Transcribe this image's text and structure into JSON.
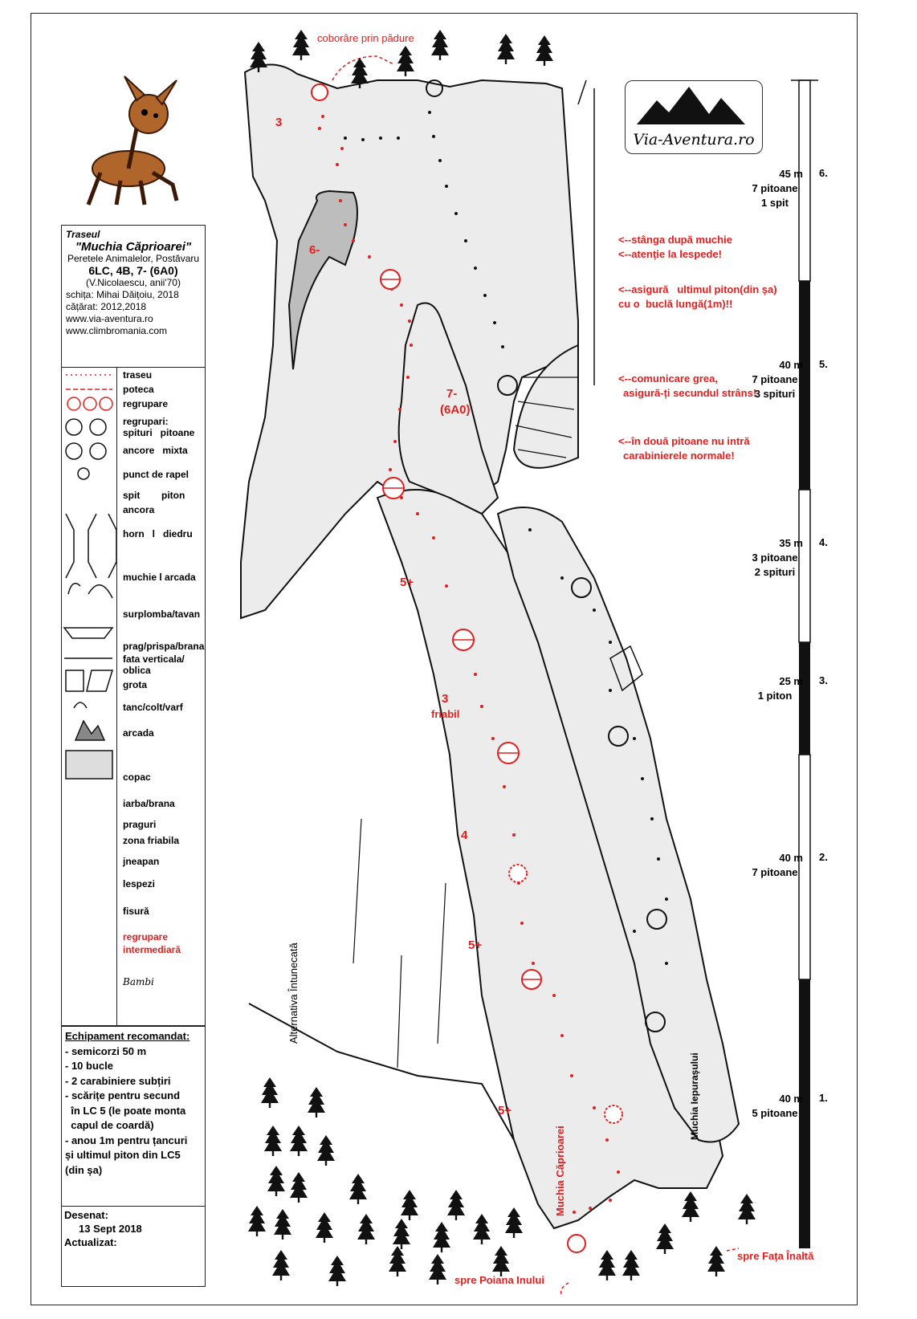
{
  "route": {
    "label": "Traseul",
    "name": "\"Muchia Căprioarei\"",
    "wall": "Peretele Animalelor, Postăvaru",
    "grade": "6LC, 4B, 7- (6A0)",
    "opener": "(V.Nicolaescu, anii'70)",
    "sketch": "schița: Mihai Dăițoiu, 2018",
    "climbed": "cățărat: 2012,2018",
    "web1": "www.via-aventura.ro",
    "web2": "www.climbromania.com"
  },
  "legend": [
    {
      "icon": "route-dotted-line",
      "label": "traseu"
    },
    {
      "icon": "trail-dashed-line",
      "label": "poteca"
    },
    {
      "icon": "belay-symbols",
      "label": "regrupare"
    },
    {
      "icon": "belay-types",
      "label": "regrupari:"
    },
    {
      "icon": "belay-types",
      "label": "spituri   pitoane"
    },
    {
      "icon": "belay-types",
      "label": "ancore   mixta"
    },
    {
      "icon": "rappel-point",
      "label": "punct de rapel"
    },
    {
      "icon": "spit-piton",
      "label": "spit        piton"
    },
    {
      "icon": "anchor",
      "label": "ancora"
    },
    {
      "icon": "chimney-dihedral",
      "label": "horn   l   diedru"
    },
    {
      "icon": "arete-arch",
      "label": "muchie l arcada"
    },
    {
      "icon": "overhang-roof",
      "label": "surplomba/tavan"
    },
    {
      "icon": "ledge",
      "label": "prag/prispa/brana"
    },
    {
      "icon": "face",
      "label": "fata verticala/"
    },
    {
      "icon": "face",
      "label": "oblica"
    },
    {
      "icon": "cave",
      "label": "grota"
    },
    {
      "icon": "pinnacle",
      "label": "tanc/colt/varf"
    },
    {
      "icon": "arch",
      "label": "arcada"
    },
    {
      "icon": "tree",
      "label": "copac"
    },
    {
      "icon": "grass",
      "label": "iarba/brana"
    },
    {
      "icon": "steps",
      "label": "praguri"
    },
    {
      "icon": "loose-rock",
      "label": "zona friabila"
    },
    {
      "icon": "dwarf-pine",
      "label": "jneapan"
    },
    {
      "icon": "slabs",
      "label": "lespezi"
    },
    {
      "icon": "crack",
      "label": "fisură"
    },
    {
      "icon": "intermediate-belay",
      "label": "regrupare"
    },
    {
      "icon": "intermediate-belay",
      "label": "intermediară"
    },
    {
      "icon": "bambi",
      "label": "Bambi"
    }
  ],
  "equipment": {
    "title": "Echipament recomandat:",
    "items": [
      "- semicorzi 50 m",
      "- 10 bucle",
      "- 2 carabiniere subțiri",
      "- scărițe pentru secund",
      "  în LC 5 (le poate monta",
      "  capul de coardă)",
      "- anou 1m pentru țancuri",
      "și ultimul piton din LC5",
      "(din șa)"
    ]
  },
  "drawn": {
    "label": "Desenat:",
    "date": "13 Sept 2018",
    "updated": "Actualizat:"
  },
  "logo": "Via-Aventura.ro",
  "notes": {
    "descent": "coborâre prin pădure",
    "left_after": "<--stânga după muchie",
    "slabs_warn": "<--atenție la lespede!",
    "belay_last1": "<--asigură   ultimul piton(din șa)",
    "belay_last2": "cu o  buclă lungă(1m)!!",
    "comm1": "<--comunicare  grea,",
    "comm2": "asigură-ți secundul strâns!",
    "pitons1": "<--în două pitoane nu intră",
    "pitons2": "carabinierele normale!",
    "alt": "Alternativa Întunecată",
    "route_name": "Muchia Căprioarei",
    "other_route": "Muchia Iepurașului",
    "to_poiana": "spre Poiana Inului",
    "to_fata": "spre Fața Înaltă"
  },
  "grades": [
    "3",
    "6-",
    "7-",
    "(6A0)",
    "5+",
    "3",
    "friabil",
    "4",
    "5+",
    "5+"
  ],
  "pitches": [
    {
      "num": "6.",
      "length": "45 m",
      "gear1": "7 pitoane",
      "gear2": "1 spit"
    },
    {
      "num": "5.",
      "length": "40 m",
      "gear1": "7 pitoane",
      "gear2": "3 spituri"
    },
    {
      "num": "4.",
      "length": "35 m",
      "gear1": "3 pitoane",
      "gear2": "2 spituri"
    },
    {
      "num": "3.",
      "length": "25 m",
      "gear1": "1 piton",
      "gear2": ""
    },
    {
      "num": "2.",
      "length": "40 m",
      "gear1": "7 pitoane",
      "gear2": ""
    },
    {
      "num": "1.",
      "length": "40 m",
      "gear1": "5 pitoane",
      "gear2": ""
    }
  ],
  "colors": {
    "route": "#e02020",
    "rock": "#ececec",
    "rock_dark": "#bdbdbd",
    "ink": "#111111"
  }
}
